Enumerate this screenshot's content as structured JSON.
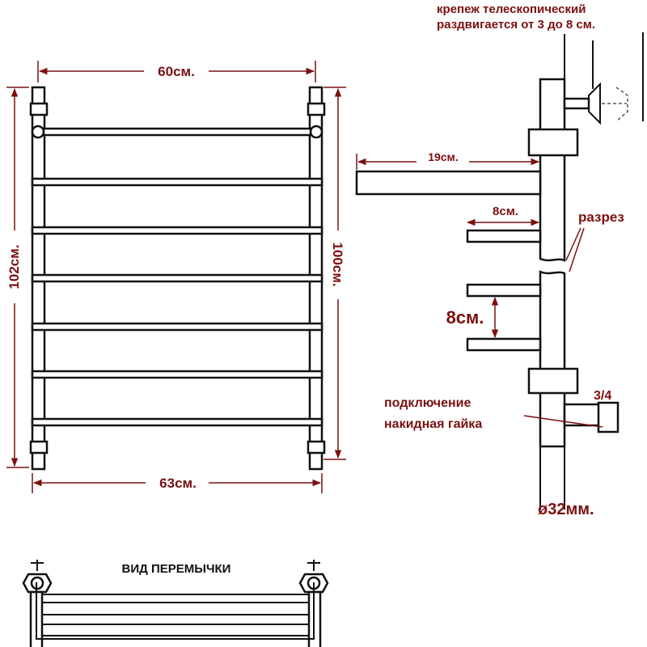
{
  "colors": {
    "label": "#7a1010",
    "outline": "#111111",
    "background": "#ffffff"
  },
  "front_view": {
    "width_top": "60см.",
    "width_bottom": "63см.",
    "height_left": "102см.",
    "height_right": "100см."
  },
  "side_view": {
    "mount_note_line1": "крепеж телескопический",
    "mount_note_line2": "раздвигается от 3 до 8 см.",
    "top_shelf_depth": "19см.",
    "bar_depth": "8см.",
    "cut_label": "разрез",
    "bar_spacing": "8см.",
    "connection_size": "3/4",
    "connection_line1": "подключение",
    "connection_line2": "накидная гайка",
    "pipe_diameter": "ø32мм."
  },
  "jumper_view": {
    "title": "ВИД ПЕРЕМЫЧКИ"
  }
}
